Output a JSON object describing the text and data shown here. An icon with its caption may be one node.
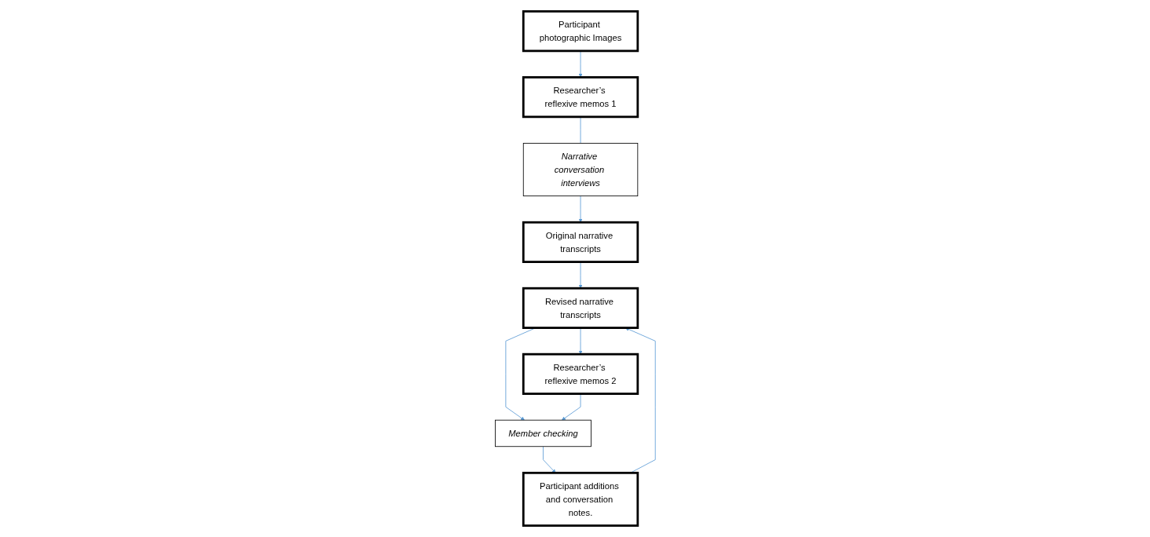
{
  "diagram": {
    "nodes": [
      {
        "text": [
          "Participant photographic Images"
        ]
      },
      {
        "text": [
          "Researcher’s reflexive memos 1"
        ]
      },
      {
        "text": [
          "Narrative conversation interviews"
        ]
      },
      {
        "text": [
          "Original narrative transcripts"
        ]
      },
      {
        "text": [
          "Revised narrative transcripts"
        ]
      },
      {
        "text": [
          "Researcher’s reflexive memos 2"
        ]
      },
      {
        "text": [
          "Participant additions and conversation notes."
        ]
      },
      {
        "text": [
          "Member checking"
        ]
      }
    ],
    "edges": [
      {
        "from": 0,
        "to": 1,
        "arrow": "to"
      },
      {
        "from": 1,
        "to": 2,
        "arrow": "none"
      },
      {
        "from": 2,
        "to": 3,
        "arrow": "to"
      },
      {
        "from": 3,
        "to": 4,
        "arrow": "to"
      },
      {
        "from": 4,
        "to": 5,
        "arrow": "to"
      },
      {
        "from": 4,
        "to": 7,
        "arrow": "to"
      },
      {
        "from": 5,
        "to": 7,
        "arrow": "to"
      },
      {
        "from": 7,
        "to": 6,
        "arrow": "to"
      },
      {
        "from": 6,
        "to": 4,
        "arrow": "to"
      }
    ]
  }
}
